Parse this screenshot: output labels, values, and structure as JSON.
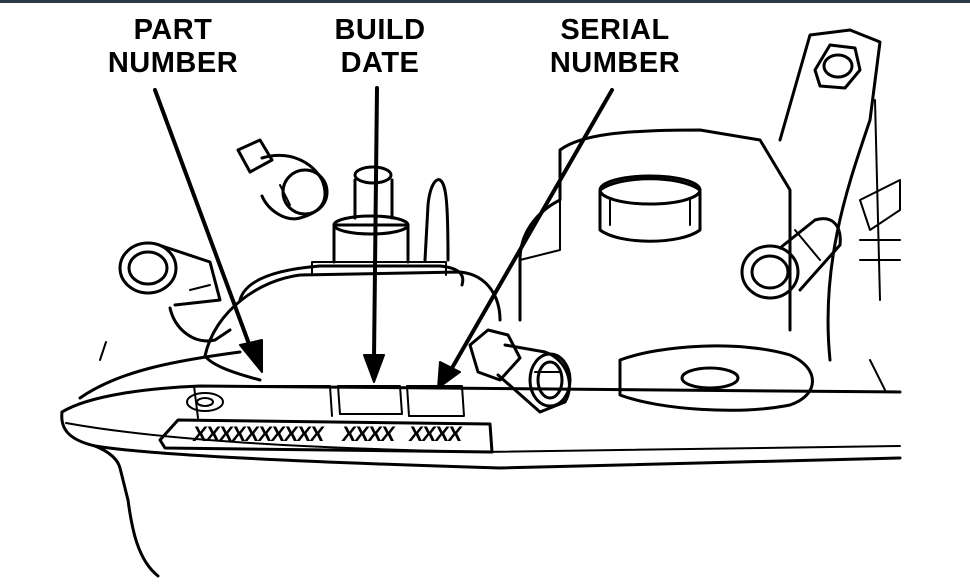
{
  "callouts": {
    "part_number": [
      "PART",
      "NUMBER"
    ],
    "build_date": [
      "BUILD",
      "DATE"
    ],
    "serial_number": [
      "SERIAL",
      "NUMBER"
    ]
  },
  "plate": {
    "part_code": "XXXXXXXXXX",
    "build_code": "XXXX",
    "serial_code": "XXXX"
  },
  "colors": {
    "line": "#000000",
    "background": "#ffffff",
    "top_rule": "#2b3a48"
  }
}
